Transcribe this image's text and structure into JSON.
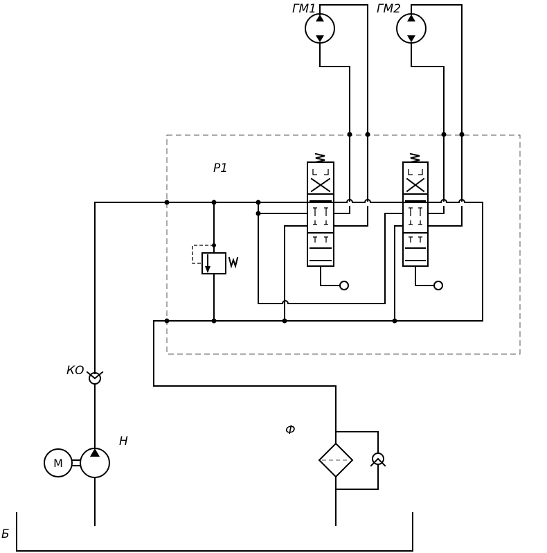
{
  "labels": {
    "motor1": "ГМ1",
    "motor2": "ГМ2",
    "distributor": "Р1",
    "check_valve": "КО",
    "pump": "Н",
    "filter": "Ф",
    "tank": "Б",
    "electric_motor": "М"
  }
}
